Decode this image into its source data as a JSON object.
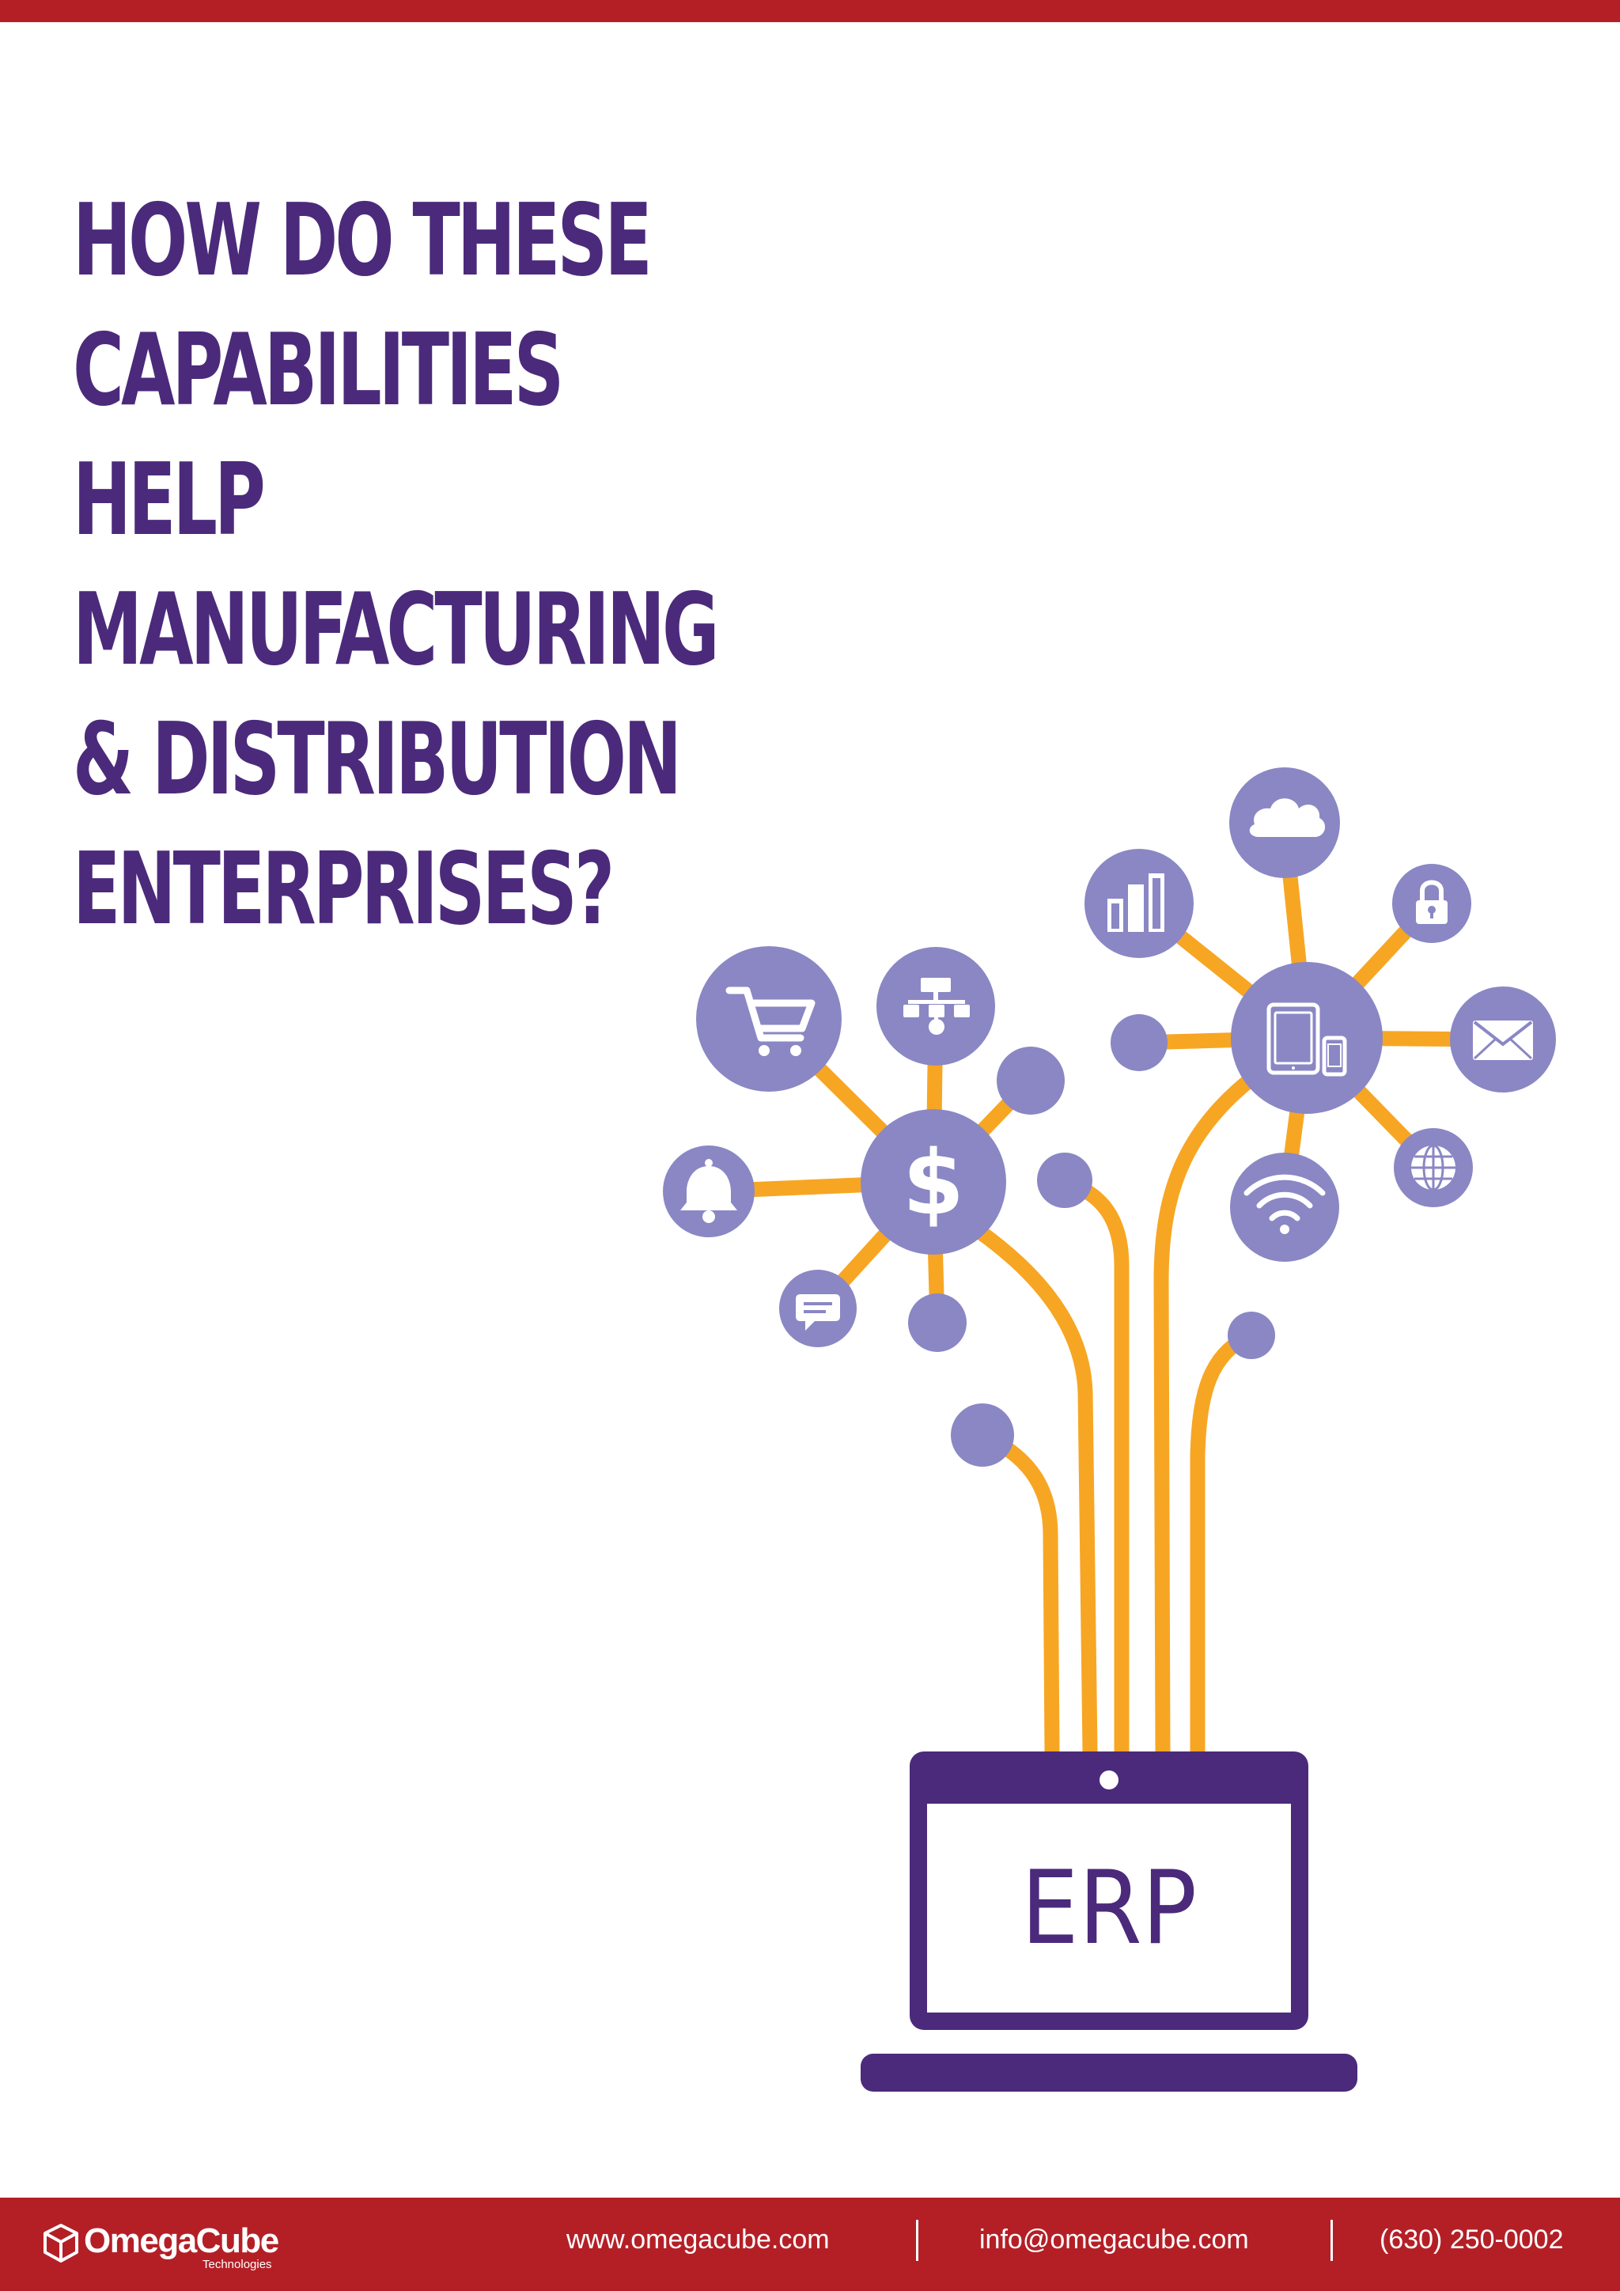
{
  "headline": {
    "lines": [
      "HOW DO THESE",
      "CAPABILITIES",
      "HELP",
      "MANUFACTURING",
      "& DISTRIBUTION",
      "ENTERPRISES?"
    ]
  },
  "illustration": {
    "laptop_label": "ERP",
    "icons": [
      "cart-icon",
      "flowchart-icon",
      "dollar-icon",
      "bell-icon",
      "chat-icon",
      "bar-chart-icon",
      "cloud-icon",
      "lock-icon",
      "devices-icon",
      "mail-icon",
      "globe-icon",
      "wifi-icon"
    ]
  },
  "footer": {
    "logo_name": "OmegaCube",
    "logo_sub": "Technologies",
    "website": "www.omegacube.com",
    "email": "info@omegacube.com",
    "phone": "(630) 250-0002"
  },
  "colors": {
    "brand_red": "#b41f26",
    "headline_purple": "#4b2a7b",
    "node_lavender": "#8a87c4",
    "wire_orange": "#f7a623"
  }
}
